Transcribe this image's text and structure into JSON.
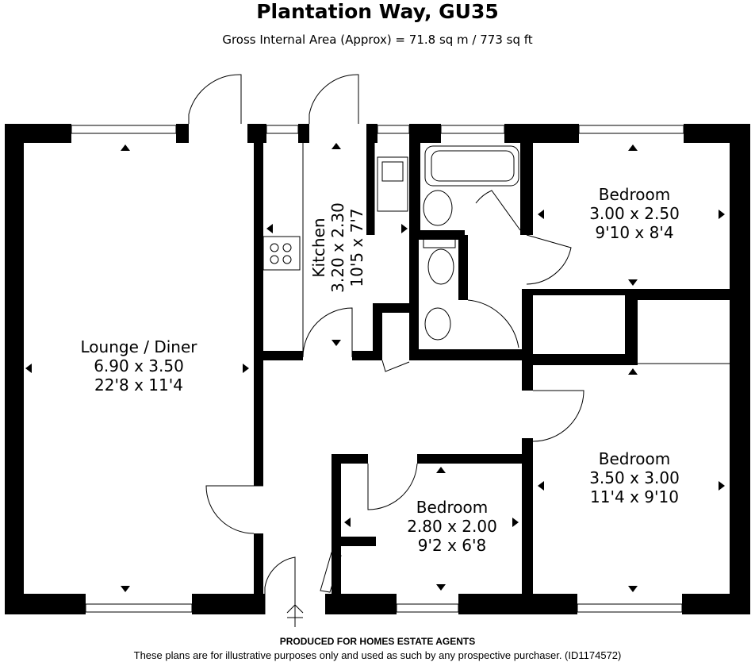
{
  "header": {
    "title": "Plantation Way, GU35",
    "area": "Gross Internal Area (Approx) = 71.8 sq m / 773 sq ft"
  },
  "rooms": {
    "lounge": {
      "name": "Lounge / Diner",
      "metric": "6.90 x 3.50",
      "imperial": "22'8 x 11'4"
    },
    "kitchen": {
      "name": "Kitchen",
      "metric": "3.20 x 2.30",
      "imperial": "10'5 x 7'7"
    },
    "bedroom1": {
      "name": "Bedroom",
      "metric": "3.00 x 2.50",
      "imperial": "9'10 x 8'4"
    },
    "bedroom2": {
      "name": "Bedroom",
      "metric": "3.50 x 3.00",
      "imperial": "11'4 x 9'10"
    },
    "bedroom3": {
      "name": "Bedroom",
      "metric": "2.80 x 2.00",
      "imperial": "9'2 x 6'8"
    }
  },
  "footer": {
    "produced_by": "PRODUCED FOR HOMES ESTATE AGENTS",
    "disclaimer": "These plans are for illustrative purposes only and used as such by any prospective purchaser. (ID1174572)"
  }
}
